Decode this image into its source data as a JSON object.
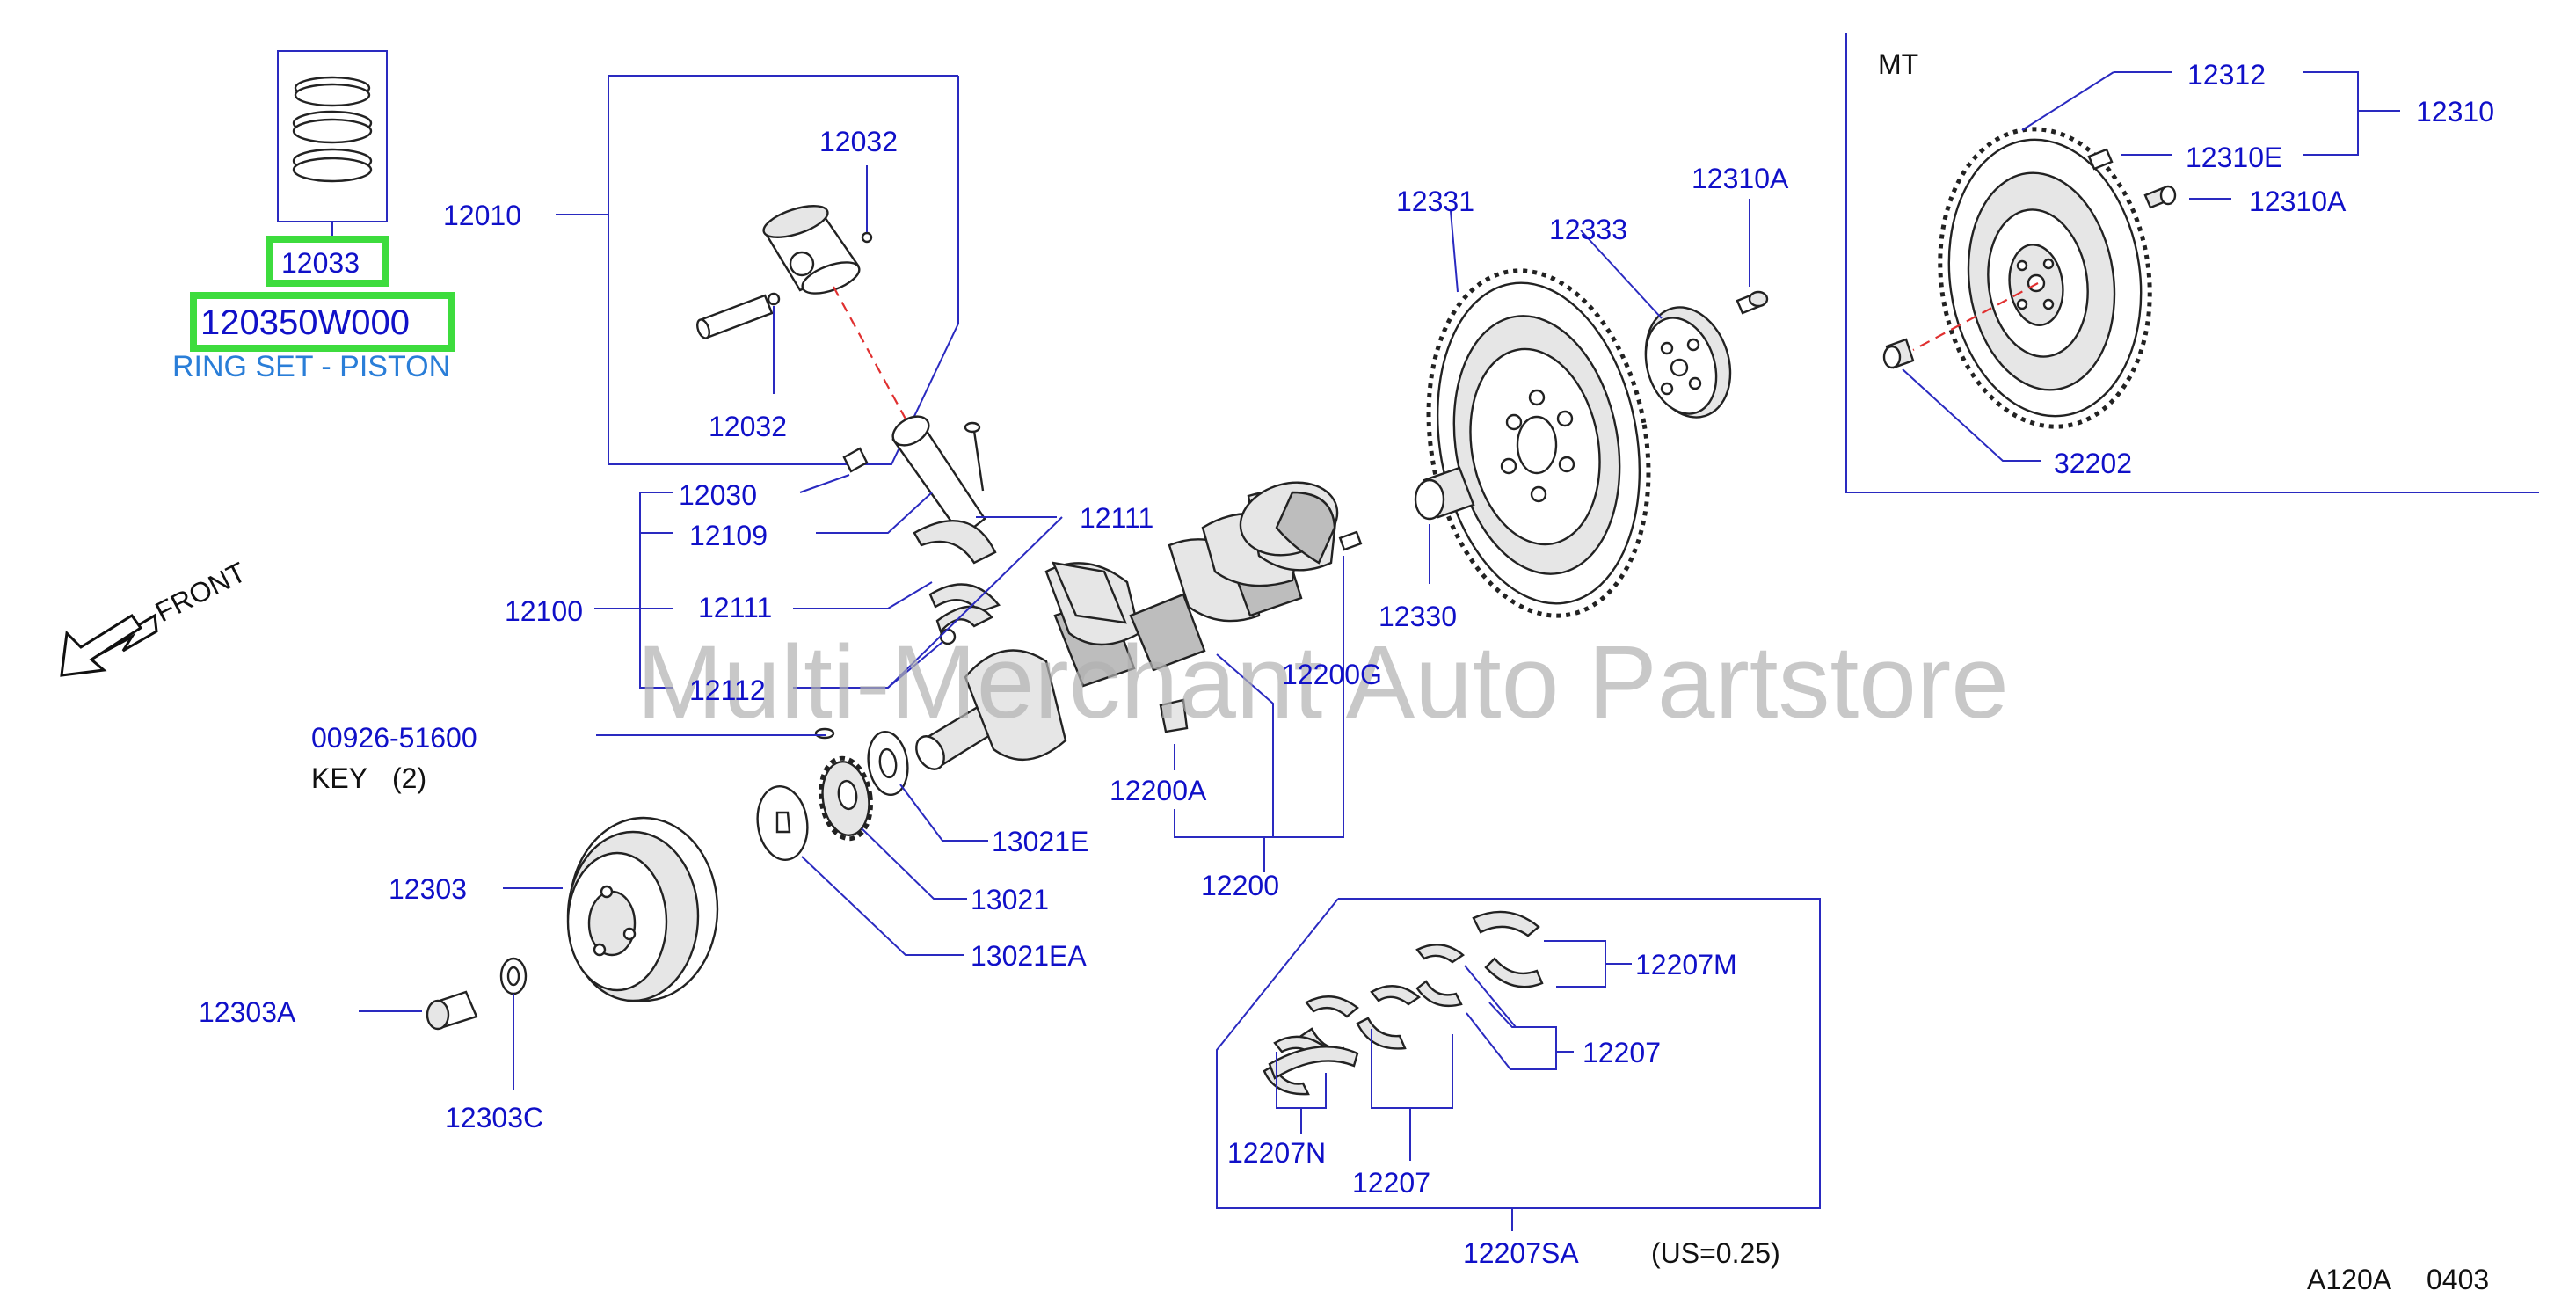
{
  "labels": {
    "p12033": "12033",
    "p120350W000": "120350W000",
    "ring_set_desc": "RING SET - PISTON",
    "p12010": "12010",
    "p12032_top": "12032",
    "p12032_bottom": "12032",
    "p12030": "12030",
    "p12109": "12109",
    "p12100": "12100",
    "p12111_left": "12111",
    "p12111_top": "12111",
    "p12112": "12112",
    "p00926_51600": "00926-51600",
    "key_label": "KEY",
    "key_qty": "(2)",
    "front": "FRONT",
    "p12303": "12303",
    "p12303A": "12303A",
    "p12303C": "12303C",
    "p13021E": "13021E",
    "p13021": "13021",
    "p13021EA": "13021EA",
    "p12200G": "12200G",
    "p12200A": "12200A",
    "p12200": "12200",
    "p12331": "12331",
    "p12333": "12333",
    "p12310A_mid": "12310A",
    "p12330": "12330",
    "mt": "MT",
    "p12312": "12312",
    "p12310": "12310",
    "p12310E": "12310E",
    "p12310A_mt": "12310A",
    "p32202": "32202",
    "p12207M": "12207M",
    "p12207_right": "12207",
    "p12207N": "12207N",
    "p12207_bottom": "12207",
    "p12207SA": "12207SA",
    "us_note": "(US=0.25)",
    "diagram_code": "A120A",
    "diagram_rev": "0403",
    "watermark": "Multi-Merchant Auto Partstore"
  },
  "colors": {
    "part_number": "#1010c8",
    "callout_line": "#2a2ac0",
    "highlight": "#3ddc3d",
    "description": "#2a7ed8",
    "center_axis": "#e03030"
  }
}
